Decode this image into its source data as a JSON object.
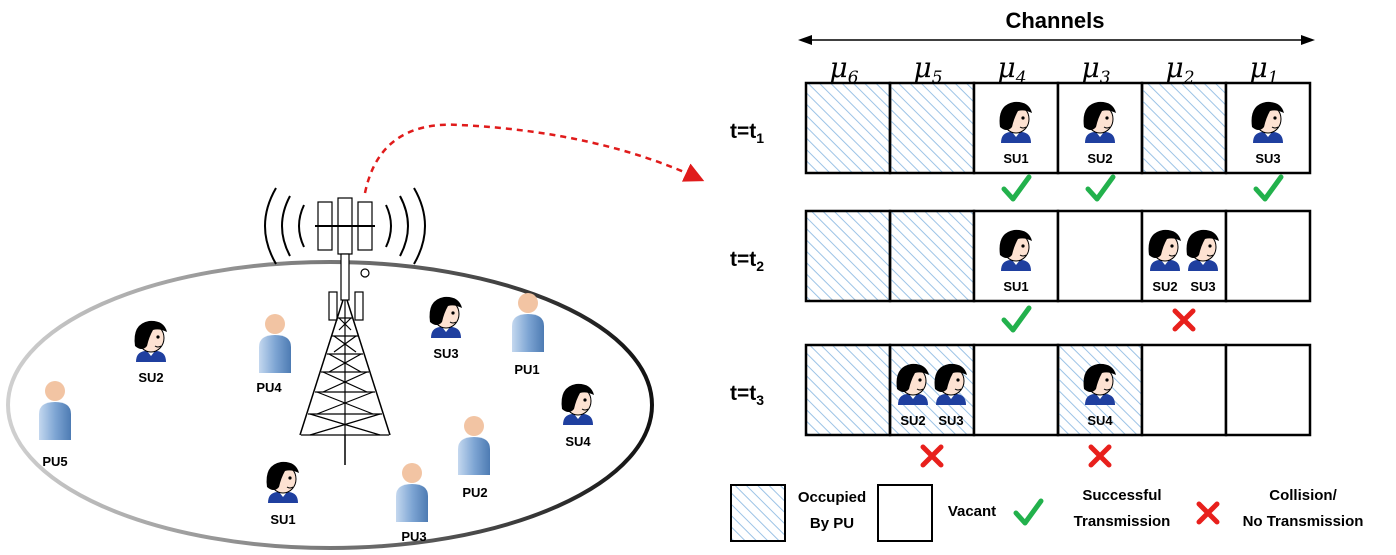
{
  "colors": {
    "hatch": "#9cc3e6",
    "check": "#22b14c",
    "cross": "#e8201c",
    "arrow": "#e01b1b",
    "skin": "#fde2d2",
    "shirt": "#1f3f9f",
    "pu_body": "#8fb3dc",
    "pu_head": "#f2c4a3"
  },
  "channels": {
    "title": "Channels",
    "mu_letter": "μ",
    "subscripts": [
      "6",
      "5",
      "4",
      "3",
      "2",
      "1"
    ]
  },
  "time_rows": [
    {
      "prefix": "t=t",
      "sub": "1",
      "occupied": [
        true,
        true,
        false,
        false,
        true,
        false
      ],
      "cells": [
        [],
        [],
        [
          "SU1"
        ],
        [
          "SU2"
        ],
        [],
        [
          "SU3"
        ]
      ],
      "marks": [
        "",
        "",
        "check",
        "check",
        "",
        "check"
      ]
    },
    {
      "prefix": "t=t",
      "sub": "2",
      "occupied": [
        true,
        true,
        false,
        false,
        false,
        false
      ],
      "cells": [
        [],
        [],
        [
          "SU1"
        ],
        [],
        [
          "SU2",
          "SU3"
        ],
        []
      ],
      "marks": [
        "",
        "",
        "check",
        "",
        "cross",
        ""
      ]
    },
    {
      "prefix": "t=t",
      "sub": "3",
      "occupied": [
        true,
        true,
        false,
        true,
        false,
        false
      ],
      "cells": [
        [],
        [
          "SU2",
          "SU3"
        ],
        [],
        [
          "SU4"
        ],
        [],
        []
      ],
      "marks": [
        "",
        "cross",
        "",
        "cross",
        "",
        ""
      ]
    }
  ],
  "legend": {
    "occupied_line1": "Occupied",
    "occupied_line2": "By PU",
    "vacant": "Vacant",
    "success_line1": "Successful",
    "success_line2": "Transmission",
    "collision_line1": "Collision/",
    "collision_line2": "No Transmission"
  },
  "network": {
    "users": [
      {
        "label": "SU2",
        "kind": "su"
      },
      {
        "label": "PU4",
        "kind": "pu"
      },
      {
        "label": "SU3",
        "kind": "su"
      },
      {
        "label": "PU1",
        "kind": "pu"
      },
      {
        "label": "PU5",
        "kind": "pu"
      },
      {
        "label": "SU4",
        "kind": "su"
      },
      {
        "label": "PU2",
        "kind": "pu"
      },
      {
        "label": "SU1",
        "kind": "su"
      },
      {
        "label": "PU3",
        "kind": "pu"
      }
    ]
  }
}
